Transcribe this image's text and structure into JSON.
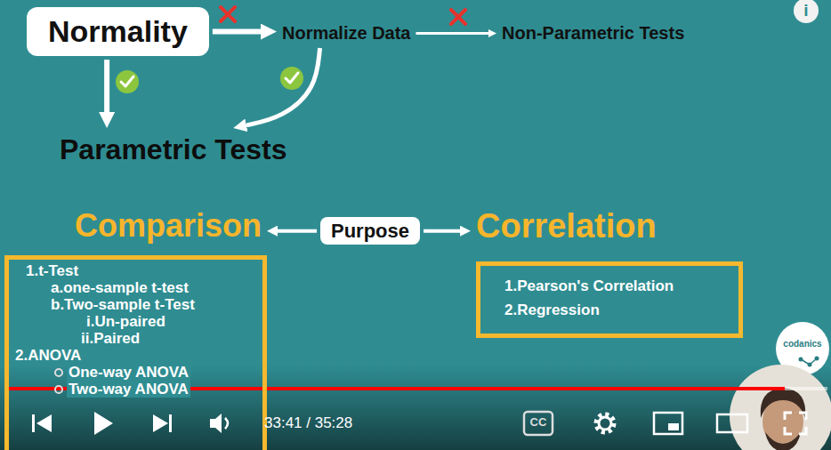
{
  "diagram": {
    "nodes": [
      {
        "text": [
          "Normality"
        ]
      },
      {
        "text": [
          "Normalize Data"
        ]
      },
      {
        "text": [
          "Non-Parametric Tests"
        ]
      },
      {
        "text": [
          "Parametric Tests"
        ]
      },
      {
        "text": [
          "Comparison"
        ]
      },
      {
        "text": [
          "Purpose"
        ]
      },
      {
        "text": [
          "Correlation"
        ]
      },
      {
        "text": [
          "1.t-Test",
          "a.one-sample t-test",
          "b.Two-sample t-Test",
          "i.Un-paired",
          "ii.Paired",
          "2.ANOVA",
          "One-way ANOVA",
          "Two-way ANOVA"
        ]
      },
      {
        "text": [
          "1.Pearson's Correlation",
          "2.Regression"
        ]
      }
    ],
    "edges": [
      {
        "from": 0,
        "to": 1,
        "arrow": "to"
      },
      {
        "from": 1,
        "to": 2,
        "arrow": "to"
      },
      {
        "from": 0,
        "to": 3,
        "arrow": "to"
      },
      {
        "from": 1,
        "to": 3,
        "arrow": "to"
      },
      {
        "from": 5,
        "to": 4,
        "arrow": "to"
      },
      {
        "from": 5,
        "to": 6,
        "arrow": "to"
      }
    ],
    "labels": [
      "33:41 / 35:28",
      "CC",
      "codanics",
      "i"
    ]
  }
}
